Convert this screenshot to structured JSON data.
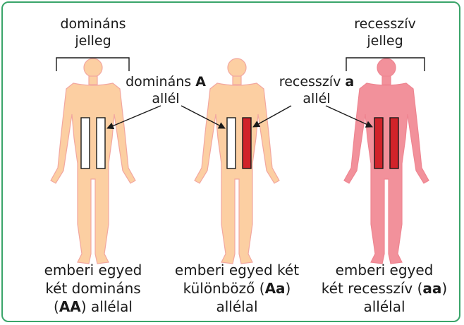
{
  "labels": {
    "dominant_trait": [
      "domináns",
      "jelleg"
    ],
    "recessive_trait": [
      "recesszív",
      "jelleg"
    ],
    "dominant_allele": {
      "word": "domináns",
      "letter": "A",
      "second": "allél"
    },
    "recessive_allele": {
      "word": "recesszív",
      "letter": "a",
      "second": "allél"
    }
  },
  "captions": [
    {
      "line1": "emberi egyed",
      "line2": "két domináns",
      "pre": "(",
      "bold": "AA",
      "post": ") allélal"
    },
    {
      "line1": "emberi egyed két",
      "line2_pre": "különböző (",
      "bold": "Aa",
      "line2_post": ")",
      "line3": "allélal"
    },
    {
      "line1": "emberi egyed",
      "line2_pre": "két recesszív (",
      "bold": "aa",
      "line2_post": ")",
      "line3": "allélal"
    }
  ],
  "colors": {
    "frame": "#3aa56a",
    "body_light": "#fccfa2",
    "body_light_outline": "#f2a7a0",
    "body_dark": "#f2919b",
    "allele_dominant": "#ffffff",
    "allele_recessive": "#d1232a"
  }
}
